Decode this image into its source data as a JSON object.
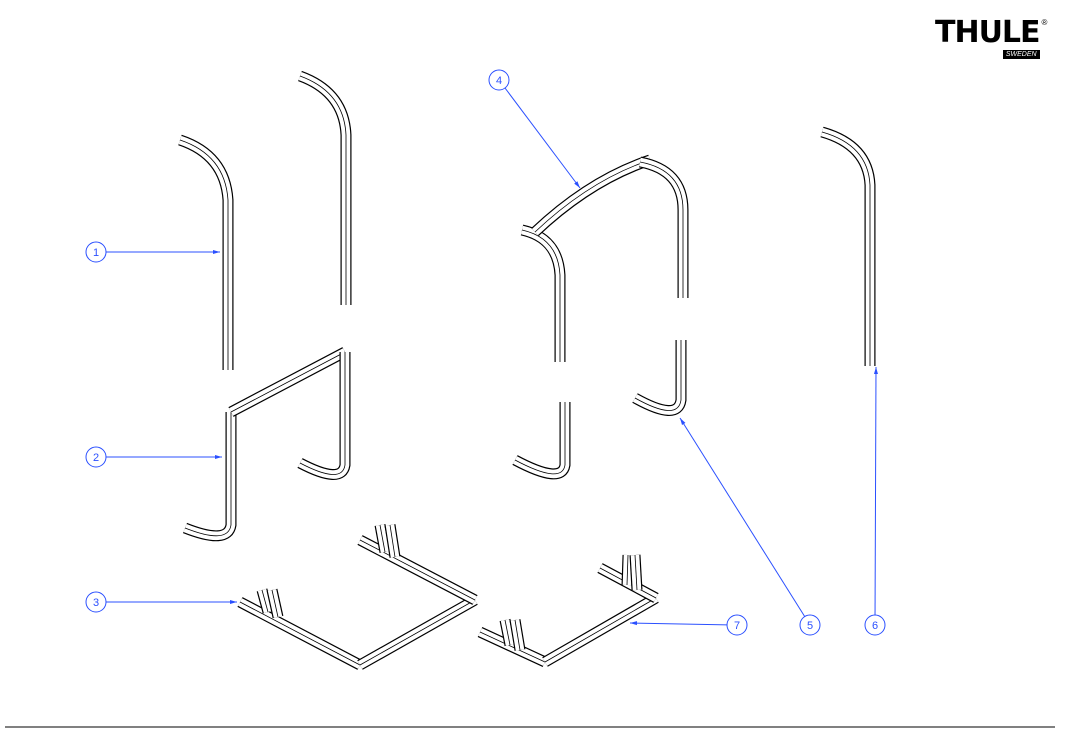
{
  "logo": {
    "brand": "THULE",
    "sub": "SWEDEN",
    "mark": "®"
  },
  "callouts": [
    "1",
    "2",
    "3",
    "4",
    "5",
    "6",
    "7"
  ],
  "colors": {
    "callout": "#2b50ff",
    "line": "#000000"
  }
}
